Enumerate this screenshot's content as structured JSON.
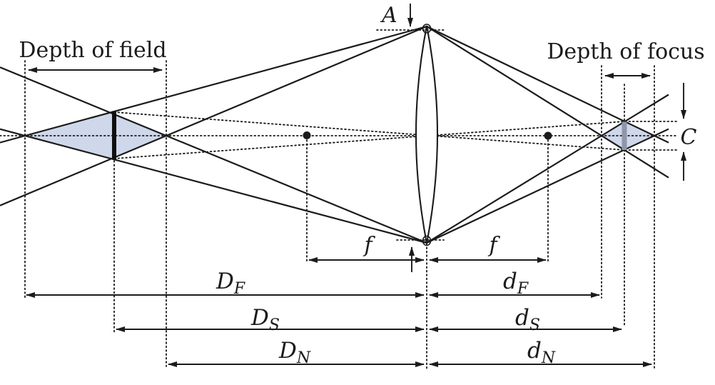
{
  "colors": {
    "line": "#1b1b1b",
    "shade": "#cfd7ea",
    "sensor_bar": "#8f96a8",
    "subject_bar": "#0f0f0f",
    "background": "#ffffff"
  },
  "labels": {
    "depth_of_field": "Depth of field",
    "depth_of_focus": "Depth of focus",
    "aperture": "A",
    "circle_of_confusion": "C",
    "focal_length_left": "f",
    "focal_length_right": "f"
  },
  "dimensions": {
    "object_side": [
      {
        "main": "D",
        "sub": "F"
      },
      {
        "main": "D",
        "sub": "S"
      },
      {
        "main": "D",
        "sub": "N"
      }
    ],
    "image_side": [
      {
        "main": "d",
        "sub": "F"
      },
      {
        "main": "d",
        "sub": "S"
      },
      {
        "main": "d",
        "sub": "N"
      }
    ]
  }
}
